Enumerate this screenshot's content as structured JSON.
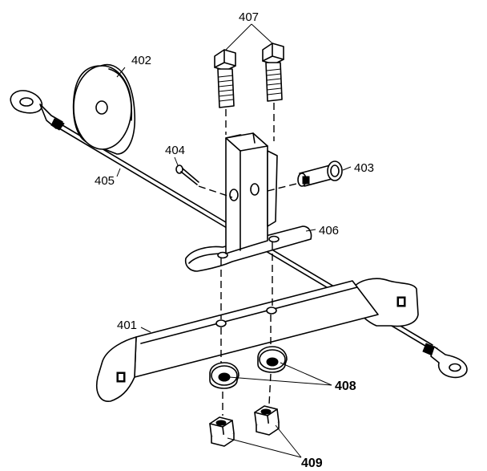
{
  "diagram": {
    "callouts": {
      "c401": "401",
      "c402": "402",
      "c403": "403",
      "c404": "404",
      "c405": "405",
      "c406": "406",
      "c407": "407",
      "c408": "408",
      "c409": "409"
    },
    "colors": {
      "line": "#000000",
      "background": "#ffffff"
    }
  }
}
